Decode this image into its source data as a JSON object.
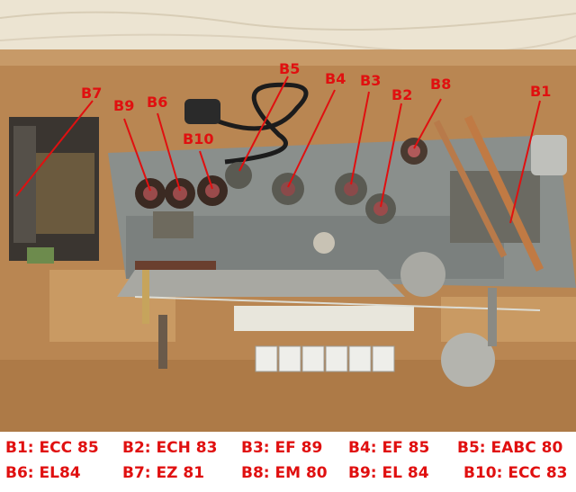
{
  "photo": {
    "subject": "tube radio chassis, top view",
    "callouts": [
      "B5",
      "B7",
      "B4",
      "B3",
      "B8",
      "B2",
      "B9",
      "B6",
      "B1",
      "B10"
    ]
  },
  "legend": {
    "row1": [
      "B1: ECC 85",
      "B2: ECH 83",
      "B3: EF 89",
      "B4: EF 85",
      "B5: EABC 80"
    ],
    "row2": [
      "B6: EL84",
      "B7: EZ 81",
      "B8: EM 80",
      "B9: EL 84",
      "B10: ECC 83"
    ]
  },
  "colors": {
    "label": "#e01010",
    "board": "#b98652",
    "wall": "#ece4d2",
    "chassis": "#8a8f8c"
  }
}
